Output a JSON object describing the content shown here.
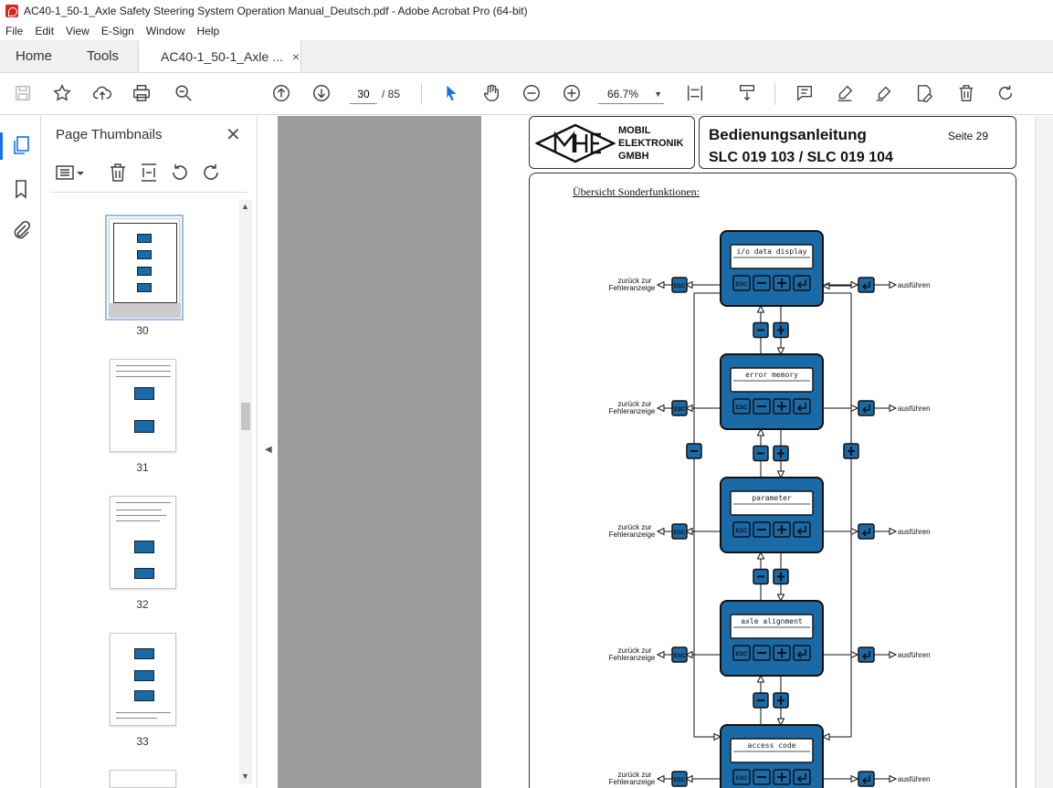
{
  "window": {
    "title": "AC40-1_50-1_Axle Safety Steering System Operation Manual_Deutsch.pdf - Adobe Acrobat Pro (64-bit)"
  },
  "menu": [
    "File",
    "Edit",
    "View",
    "E-Sign",
    "Window",
    "Help"
  ],
  "tabs": {
    "home": "Home",
    "tools": "Tools",
    "document": "AC40-1_50-1_Axle ...",
    "close": "×"
  },
  "toolbar": {
    "page_current": "30",
    "page_total": "/ 85",
    "zoom": "66.7%"
  },
  "thumbnails": {
    "title": "Page Thumbnails",
    "close": "✕",
    "pages": [
      "30",
      "31",
      "32",
      "33"
    ]
  },
  "document": {
    "logo_lines": [
      "MOBIL",
      "ELEKTRONIK",
      "GMBH"
    ],
    "title": "Bedienungsanleitung",
    "subtitle": "SLC 019 103 / SLC 019 104",
    "page_label": "Seite 29",
    "section_title": "Übersicht Sonderfunktionen:",
    "left_label_line1": "zurück zur",
    "left_label_line2": "Fehleranzeige",
    "right_label": "ausführen",
    "esc_label": "ESC",
    "menu_screens": [
      "i/o data display",
      "error memory",
      "parameter",
      "axle alignment",
      "access code"
    ]
  },
  "colors": {
    "accent": "#1473e6",
    "device_blue": "#1a6aa8"
  }
}
